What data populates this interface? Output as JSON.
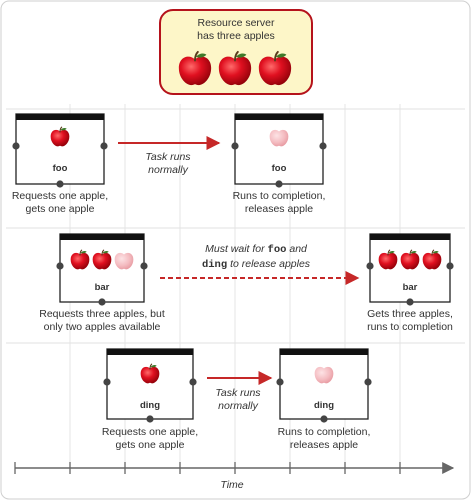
{
  "resource": {
    "line1": "Resource server",
    "line2": "has three apples"
  },
  "tasks": {
    "foo": {
      "name": "foo",
      "request_line1": "Requests one apple,",
      "request_line2": "gets one apple",
      "arrow_line1": "Task runs",
      "arrow_line2": "normally",
      "done_line1": "Runs to completion,",
      "done_line2": "releases apple"
    },
    "bar": {
      "name": "bar",
      "request_line1": "Requests three apples, but",
      "request_line2": "only two apples available",
      "arrow_prefix1": "Must wait for ",
      "arrow_code1": "foo",
      "arrow_suffix1": " and",
      "arrow_code2": "ding",
      "arrow_suffix2": " to release apples",
      "done_line1": "Gets three apples,",
      "done_line2": "runs to completion"
    },
    "ding": {
      "name": "ding",
      "request_line1": "Requests one apple,",
      "request_line2": "gets one apple",
      "arrow_line1": "Task runs",
      "arrow_line2": "normally",
      "done_line1": "Runs to completion,",
      "done_line2": "releases apple"
    }
  },
  "axis": {
    "label": "Time"
  },
  "colors": {
    "apple_red": "#d0101a",
    "apple_faded": "#f2b8bd",
    "arrow_red": "#c62828",
    "resource_fill": "#fdf6c8",
    "resource_border": "#b5121b"
  }
}
